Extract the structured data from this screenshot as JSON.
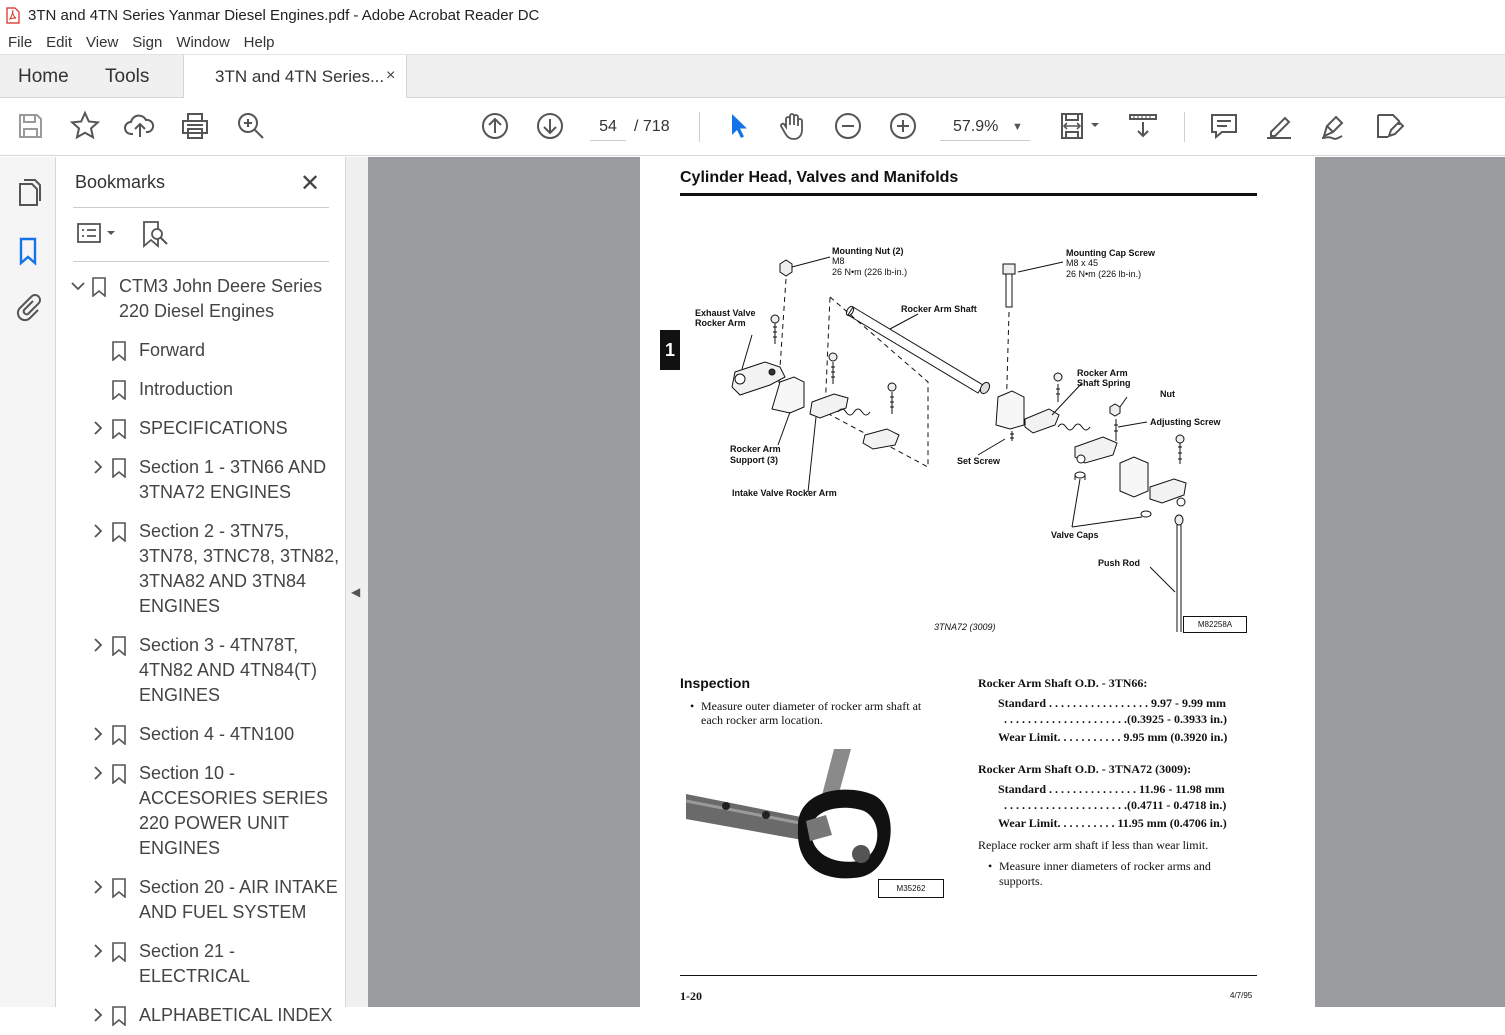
{
  "window": {
    "title": "3TN and 4TN Series Yanmar Diesel Engines.pdf - Adobe Acrobat Reader DC"
  },
  "menu": [
    "File",
    "Edit",
    "View",
    "Sign",
    "Window",
    "Help"
  ],
  "tabs": {
    "home": "Home",
    "tools": "Tools",
    "document": "3TN and 4TN Series...",
    "close": "×"
  },
  "toolbar": {
    "current_page": "54",
    "total_pages": "/ 718",
    "zoom": "57.9%"
  },
  "bookmarks": {
    "title": "Bookmarks",
    "close": "✕",
    "items": [
      {
        "label_lines": [
          "CTM3 John Deere Series",
          "220 Diesel Engines"
        ],
        "expander": "collapse"
      },
      {
        "label_lines": [
          "Forward"
        ],
        "expander": "none"
      },
      {
        "label_lines": [
          "Introduction"
        ],
        "expander": "none"
      },
      {
        "label_lines": [
          "SPECIFICATIONS"
        ],
        "expander": "expand"
      },
      {
        "label_lines": [
          "Section 1 - 3TN66 AND",
          "3TNA72 ENGINES"
        ],
        "expander": "expand"
      },
      {
        "label_lines": [
          "Section 2 - 3TN75,",
          "3TN78, 3TNC78, 3TN82,",
          "3TNA82 AND 3TN84",
          "ENGINES"
        ],
        "expander": "expand"
      },
      {
        "label_lines": [
          "Section 3 - 4TN78T,",
          "4TN82 AND 4TN84(T)",
          "ENGINES"
        ],
        "expander": "expand"
      },
      {
        "label_lines": [
          "Section 4 - 4TN100"
        ],
        "expander": "expand"
      },
      {
        "label_lines": [
          "Section 10 -",
          "ACCESORIES SERIES",
          "220 POWER UNIT",
          "ENGINES"
        ],
        "expander": "expand"
      },
      {
        "label_lines": [
          "Section 20 - AIR INTAKE",
          "AND FUEL SYSTEM"
        ],
        "expander": "expand"
      },
      {
        "label_lines": [
          "Section 21 -",
          "ELECTRICAL"
        ],
        "expander": "expand"
      },
      {
        "label_lines": [
          "ALPHABETICAL INDEX"
        ],
        "expander": "expand"
      }
    ]
  },
  "document": {
    "heading": "Cylinder Head, Valves and Manifolds",
    "section_tab": "1",
    "figure": {
      "labels": {
        "mounting_nut": "Mounting Nut (2)",
        "mounting_nut_size": "M8",
        "mounting_nut_torque": "26 N•m (226 lb-in.)",
        "mounting_cap_screw": "Mounting Cap Screw",
        "mounting_cap_screw_size": "M8 x 45",
        "mounting_cap_screw_torque": "26 N•m (226 lb-in.)",
        "exhaust_valve_1": "Exhaust Valve",
        "exhaust_valve_2": "Rocker Arm",
        "rocker_arm_shaft": "Rocker Arm Shaft",
        "rocker_arm_shaft_spring_1": "Rocker Arm",
        "rocker_arm_shaft_spring_2": "Shaft Spring",
        "nut": "Nut",
        "adjusting_screw": "Adjusting Screw",
        "rocker_arm_support_1": "Rocker Arm",
        "rocker_arm_support_2": "Support (3)",
        "set_screw": "Set Screw",
        "intake_valve_rocker_arm": "Intake Valve Rocker Arm",
        "valve_caps": "Valve Caps",
        "push_rod": "Push Rod"
      },
      "caption": "3TNA72 (3009)",
      "ref": "M82258A"
    },
    "inspection": {
      "title": "Inspection",
      "bullet_1_line_1": "Measure outer diameter of rocker arm shaft at",
      "bullet_1_line_2": "each rocker arm location.",
      "photo_ref": "M35262"
    },
    "specs": {
      "block1_title": "Rocker Arm Shaft O.D. - 3TN66:",
      "block1_standard": "Standard . . . . . . . . . . . . . . . . . 9.97 - 9.99 mm",
      "block1_standard_in": ". . . . . . . . . . . . . . . . . . . . .(0.3925 - 0.3933 in.)",
      "block1_wear": "Wear Limit. . . . . . . . . . . 9.95 mm (0.3920 in.)",
      "block2_title": "Rocker Arm Shaft O.D. - 3TNA72 (3009):",
      "block2_standard": "Standard . . . . . . . . . . . . . . . 11.96 - 11.98 mm",
      "block2_standard_in": ". . . . . . . . . . . . . . . . . . . . .(0.4711 - 0.4718 in.)",
      "block2_wear": "Wear Limit. . . . . . . . . . 11.95 mm (0.4706 in.)",
      "replace_note": "Replace rocker arm shaft if less than wear limit.",
      "bullet_2_line_1": "Measure inner diameters of rocker arms and",
      "bullet_2_line_2": "supports."
    },
    "footer_left": "1-20",
    "footer_right": "4/7/95"
  }
}
